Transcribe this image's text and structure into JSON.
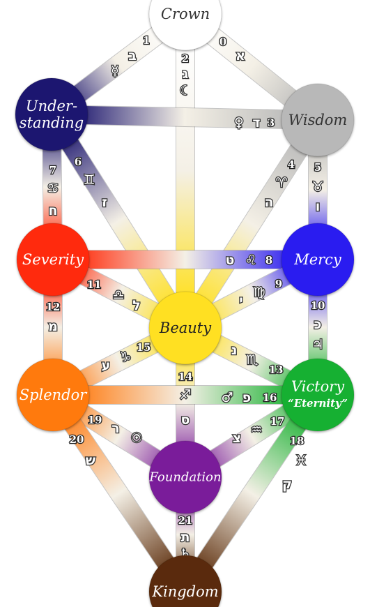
{
  "colors": {
    "crown": "#ffffff",
    "understanding": "#1e1870",
    "wisdom": "#b8b8b8",
    "severity": "#ff2a0a",
    "mercy": "#2a1cf0",
    "beauty": "#ffe020",
    "splendor": "#ff7a10",
    "victory": "#18b030",
    "foundation": "#7a1c9a",
    "kingdom": "#5a2a08"
  },
  "sephirot": [
    {
      "id": "crown",
      "lines": [
        "Crown"
      ],
      "text_color": "#333333"
    },
    {
      "id": "understanding",
      "lines": [
        "Under-",
        "standing"
      ],
      "text_color": "#ffffff"
    },
    {
      "id": "wisdom",
      "lines": [
        "Wisdom"
      ],
      "text_color": "#333333"
    },
    {
      "id": "severity",
      "lines": [
        "Severity"
      ],
      "text_color": "#ffffff"
    },
    {
      "id": "mercy",
      "lines": [
        "Mercy"
      ],
      "text_color": "#ffffff"
    },
    {
      "id": "beauty",
      "lines": [
        "Beauty"
      ],
      "text_color": "#222222"
    },
    {
      "id": "splendor",
      "lines": [
        "Splendor"
      ],
      "text_color": "#ffffff"
    },
    {
      "id": "victory",
      "lines": [
        "Victory",
        "“Eternity”"
      ],
      "text_color": "#ffffff"
    },
    {
      "id": "foundation",
      "lines": [
        "Foundation"
      ],
      "text_color": "#ffffff"
    },
    {
      "id": "kingdom",
      "lines": [
        "Kingdom"
      ],
      "text_color": "#ffffff"
    }
  ],
  "paths": [
    {
      "num": "0",
      "from": "crown",
      "to": "wisdom",
      "letter": "א",
      "symbol": ""
    },
    {
      "num": "1",
      "from": "crown",
      "to": "understanding",
      "letter": "ב",
      "symbol": "☿"
    },
    {
      "num": "2",
      "from": "crown",
      "to": "beauty",
      "letter": "ג",
      "symbol": "☾"
    },
    {
      "num": "3",
      "from": "wisdom",
      "to": "understanding",
      "letter": "ד",
      "symbol": "♀"
    },
    {
      "num": "4",
      "from": "wisdom",
      "to": "beauty",
      "letter": "ה",
      "symbol": "♈"
    },
    {
      "num": "5",
      "from": "wisdom",
      "to": "mercy",
      "letter": "ו",
      "symbol": "♉"
    },
    {
      "num": "6",
      "from": "understanding",
      "to": "beauty",
      "letter": "ז",
      "symbol": "♊"
    },
    {
      "num": "7",
      "from": "understanding",
      "to": "severity",
      "letter": "ח",
      "symbol": "♋"
    },
    {
      "num": "8",
      "from": "mercy",
      "to": "severity",
      "letter": "ט",
      "symbol": "♌"
    },
    {
      "num": "9",
      "from": "mercy",
      "to": "beauty",
      "letter": "י",
      "symbol": "♍"
    },
    {
      "num": "10",
      "from": "mercy",
      "to": "victory",
      "letter": "כ",
      "symbol": "♃"
    },
    {
      "num": "11",
      "from": "severity",
      "to": "beauty",
      "letter": "ל",
      "symbol": "♎"
    },
    {
      "num": "12",
      "from": "severity",
      "to": "splendor",
      "letter": "מ",
      "symbol": ""
    },
    {
      "num": "13",
      "from": "beauty",
      "to": "victory",
      "letter": "נ",
      "symbol": "♏"
    },
    {
      "num": "14",
      "from": "beauty",
      "to": "foundation",
      "letter": "ס",
      "symbol": "♐"
    },
    {
      "num": "15",
      "from": "beauty",
      "to": "splendor",
      "letter": "ע",
      "symbol": "♑"
    },
    {
      "num": "16",
      "from": "victory",
      "to": "splendor",
      "letter": "פ",
      "symbol": "♂"
    },
    {
      "num": "17",
      "from": "victory",
      "to": "foundation",
      "letter": "צ",
      "symbol": "♒"
    },
    {
      "num": "18",
      "from": "victory",
      "to": "kingdom",
      "letter": "ק",
      "symbol": "♓"
    },
    {
      "num": "19",
      "from": "splendor",
      "to": "foundation",
      "letter": "ר",
      "symbol": "☉"
    },
    {
      "num": "20",
      "from": "splendor",
      "to": "kingdom",
      "letter": "ש",
      "symbol": ""
    },
    {
      "num": "21",
      "from": "foundation",
      "to": "kingdom",
      "letter": "ת",
      "symbol": "♄"
    }
  ]
}
